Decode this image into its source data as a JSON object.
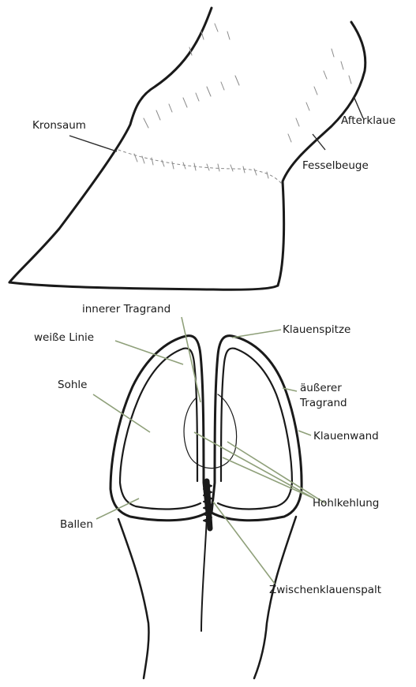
{
  "labels": {
    "kronsaum": "Kronsaum",
    "afterklaue": "Afterklaue",
    "fesselbeuge": "Fesselbeuge",
    "innerer_tragrand": "innerer Tragrand",
    "weisse_linie": "weiße Linie",
    "klauenspitze": "Klauenspitze",
    "sohle": "Sohle",
    "aeusserer_tragrand_line1": "äußerer",
    "aeusserer_tragrand_line2": "Tragrand",
    "klauenwand": "Klauenwand",
    "hohlkehlung": "Hohlkehlung",
    "ballen": "Ballen",
    "zwischenklauenspalt": "Zwischenklauenspalt"
  },
  "colors": {
    "outline": "#1a1a1a",
    "leader_dark": "#2a2a2a",
    "leader_green": "#8fa07a",
    "hair": "#777777"
  }
}
